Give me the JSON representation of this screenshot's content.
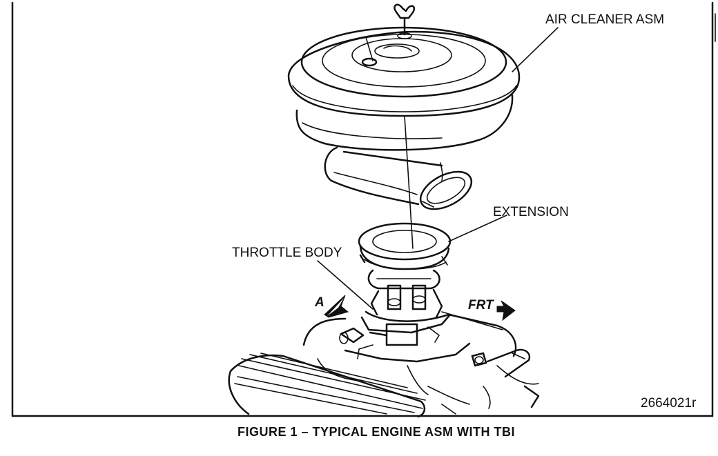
{
  "labels": {
    "air_cleaner": "AIR CLEANER ASM",
    "extension": "EXTENSION",
    "throttle_body": "THROTTLE BODY",
    "view_arrow": "A",
    "front_arrow": "FRT"
  },
  "figure_number": "2664021r",
  "caption": "FIGURE 1 – TYPICAL ENGINE ASM WITH TBI"
}
